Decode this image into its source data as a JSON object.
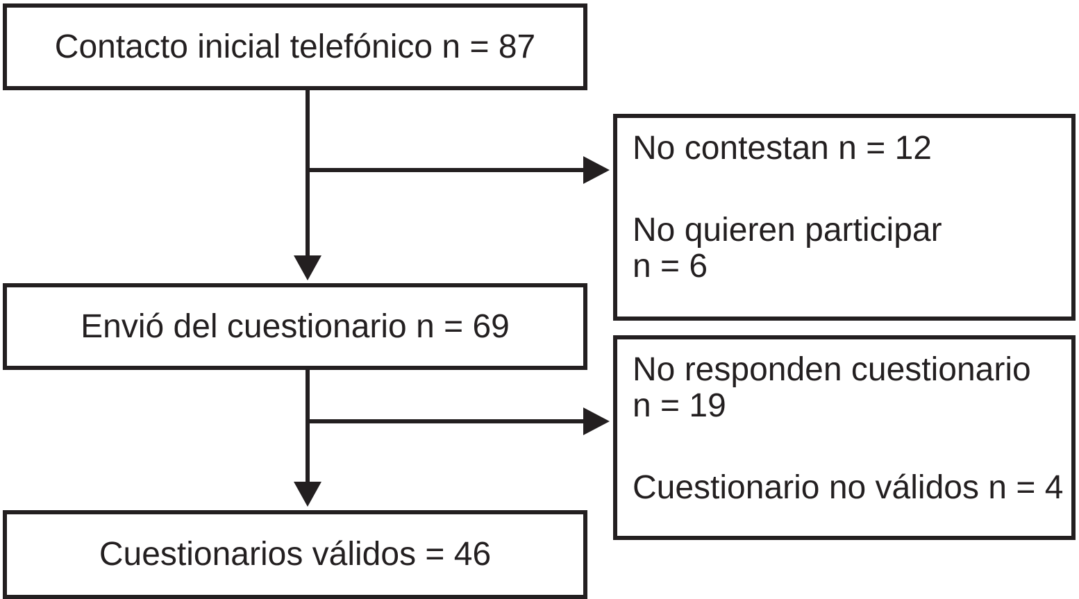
{
  "flowchart": {
    "title": "Study participation flow diagram",
    "colors": {
      "ink": "#231f20",
      "background": "#ffffff"
    },
    "main_boxes": [
      {
        "id": "initial-contact",
        "label": "Contacto inicial telefónico n = 87"
      },
      {
        "id": "questionnaire-sent",
        "label": "Envió del cuestionario n = 69"
      },
      {
        "id": "valid-questionnaires",
        "label": "Cuestionarios válidos = 46"
      }
    ],
    "exclusion_boxes": [
      {
        "id": "exclusion-phone-stage",
        "paragraphs": [
          {
            "lines": [
              "No contestan n = 12"
            ]
          },
          {
            "lines": [
              "No quieren participar",
              "n = 6"
            ]
          }
        ]
      },
      {
        "id": "exclusion-questionnaire-stage",
        "paragraphs": [
          {
            "lines": [
              "No responden cuestionario",
              "n = 19"
            ]
          },
          {
            "lines": [
              "Cuestionario no válidos n = 4"
            ]
          }
        ]
      }
    ],
    "values": {
      "initial_contact_n": 87,
      "no_answer_n": 12,
      "refuse_participation_n": 6,
      "questionnaire_sent_n": 69,
      "no_response_n": 19,
      "invalid_questionnaire_n": 4,
      "valid_questionnaires_n": 46
    }
  }
}
